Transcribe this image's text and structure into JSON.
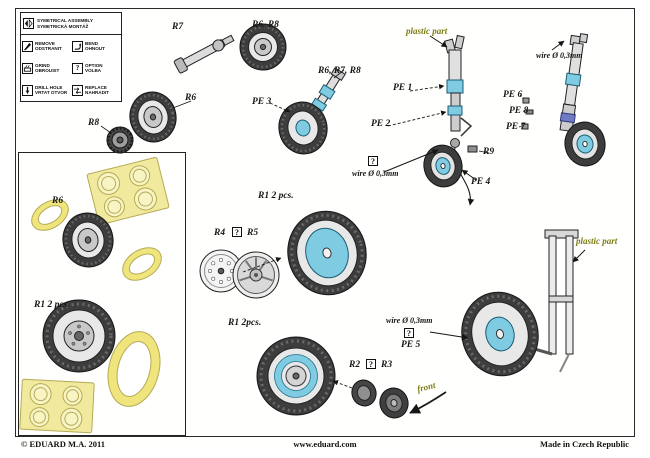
{
  "colors": {
    "photoetch_blue": "#7fcbe2",
    "mask_yellow": "#efe57c",
    "olive_label": "#7d7d15",
    "line_black": "#161616",
    "tire_gray": "#3d3d3d"
  },
  "legend": {
    "symmetrical_en": "SYMETRICAL ASSEMBLY",
    "symmetrical_cs": "SYMETRICKÁ MONTÁŽ",
    "items": [
      {
        "name": "remove",
        "en": "REMOVE",
        "cs": "ODSTRANIT"
      },
      {
        "name": "bend",
        "en": "BEND",
        "cs": "OHNOUT"
      },
      {
        "name": "grind",
        "en": "GRIND",
        "cs": "OBROUSIT"
      },
      {
        "name": "option",
        "en": "OPTION",
        "cs": "VOLBA"
      },
      {
        "name": "drill-hole",
        "en": "DRILL HOLE",
        "cs": "VRTAT OTVOR"
      },
      {
        "name": "replace",
        "en": "REPLACE",
        "cs": "NAHRADIT"
      }
    ]
  },
  "labels": {
    "r7": "R7",
    "r6_r8": "R6, R8",
    "r6": "R6",
    "r8": "R8",
    "r6_r7_r8": "R6, R7, R8",
    "pe1": "PE 1",
    "pe2": "PE 2",
    "pe3": "PE 3",
    "pe4": "PE 4",
    "pe5": "PE 5",
    "pe6": "PE 6",
    "pe7": "PE 7",
    "pe8": "PE 8",
    "r9": "R9",
    "r4": "R4",
    "r5": "R5",
    "r2": "R2",
    "r3": "R3",
    "r1_2pcs": "R1  2 pcs.",
    "r1_2pcs_tight": "R1  2pcs.",
    "plastic_part": "plastic part",
    "wire": "wire Ø 0,3mm",
    "front": "front",
    "option_mark": "?"
  },
  "footer": {
    "copyright": "© EDUARD  M.A. 2011",
    "website": "www.eduard.com",
    "made_in": "Made in Czech Republic"
  }
}
